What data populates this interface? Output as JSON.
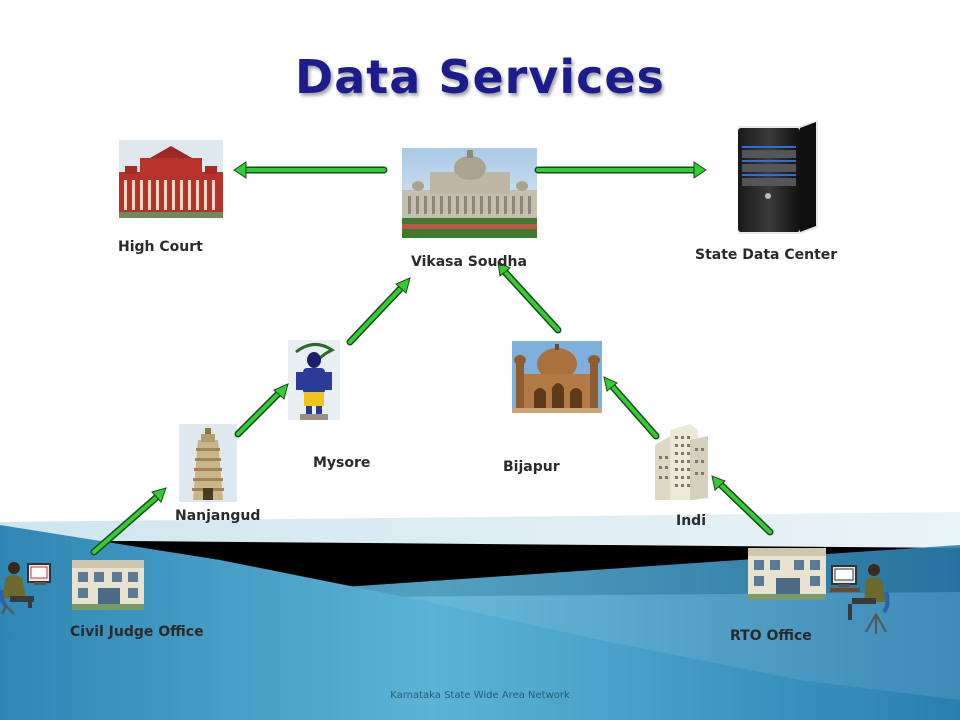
{
  "title": "Data Services",
  "footer": "Karnataka State Wide Area Network",
  "colors": {
    "title": "#1c1c8c",
    "arrow": "#33cc33",
    "band": "#4a9fc4",
    "label": "#2a2a2a"
  },
  "nodes": {
    "high_court": {
      "label": "High Court",
      "icon": "red-colonnaded-building"
    },
    "vikasa_soudha": {
      "label": "Vikasa Soudha",
      "icon": "domed-government-building"
    },
    "state_data_center": {
      "label": "State Data Center",
      "icon": "server-tower"
    },
    "mysore": {
      "label": "Mysore",
      "icon": "statue"
    },
    "bijapur": {
      "label": "Bijapur",
      "icon": "domed-monument"
    },
    "nanjangud": {
      "label": "Nanjangud",
      "icon": "temple-tower"
    },
    "indi": {
      "label": "Indi",
      "icon": "office-tower"
    },
    "civil_judge_office": {
      "label": "Civil Judge Office",
      "icon": "office-building"
    },
    "rto_office": {
      "label": "RTO Office",
      "icon": "office-building"
    }
  },
  "connections": [
    {
      "from": "vikasa_soudha",
      "to": "high_court"
    },
    {
      "from": "vikasa_soudha",
      "to": "state_data_center"
    },
    {
      "from": "mysore",
      "to": "vikasa_soudha"
    },
    {
      "from": "bijapur",
      "to": "vikasa_soudha"
    },
    {
      "from": "nanjangud",
      "to": "mysore"
    },
    {
      "from": "civil_judge_office",
      "to": "nanjangud"
    },
    {
      "from": "indi",
      "to": "bijapur"
    },
    {
      "from": "rto_office",
      "to": "indi"
    }
  ]
}
